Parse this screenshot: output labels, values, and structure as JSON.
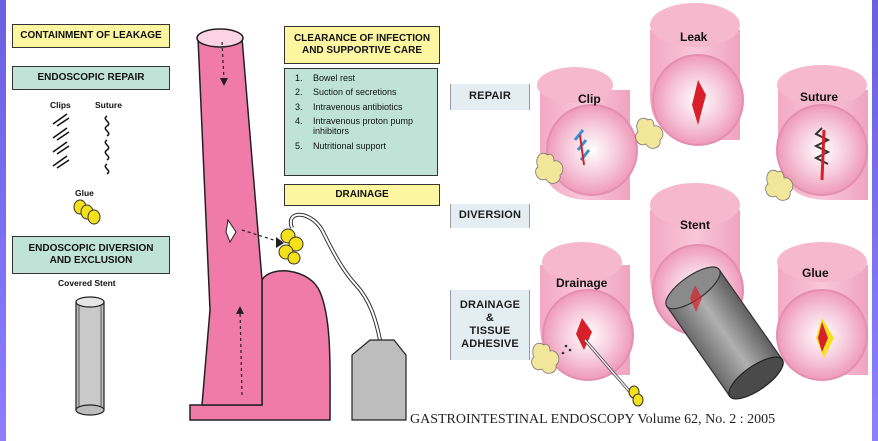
{
  "left_panel": {
    "containment": "CONTAINMENT OF LEAKAGE",
    "endoscopic_repair": "ENDOSCOPIC REPAIR",
    "clips": "Clips",
    "suture": "Suture",
    "glue": "Glue",
    "diversion_line1": "ENDOSCOPIC DIVERSION",
    "diversion_line2": "AND EXCLUSION",
    "covered_stent": "Covered Stent",
    "clearance_line1": "CLEARANCE OF INFECTION",
    "clearance_line2": "AND SUPPORTIVE CARE",
    "care_items": [
      {
        "num": "1.",
        "text": "Bowel rest"
      },
      {
        "num": "2.",
        "text": "Suction of secretions"
      },
      {
        "num": "3.",
        "text": "Intravenous antibiotics"
      },
      {
        "num": "4.",
        "text": "Intravenous proton pump inhibitors"
      },
      {
        "num": "5.",
        "text": "Nutritional support"
      }
    ],
    "drainage": "DRAINAGE"
  },
  "right_panel": {
    "repair": "REPAIR",
    "diversion": "DIVERSION",
    "drainage_line1": "DRAINAGE",
    "drainage_line2": "&",
    "drainage_line3": "TISSUE",
    "drainage_line4": "ADHESIVE",
    "leak": "Leak",
    "clip": "Clip",
    "suture": "Suture",
    "stent": "Stent",
    "drainage_label": "Drainage",
    "glue": "Glue",
    "footer": "GASTROINTESTINAL ENDOSCOPY  Volume 62, No. 2 : 2005"
  },
  "colors": {
    "organ_pink": "#f07aa8",
    "tube_pink": "#f5b8cc",
    "teal_box": "#bfe3d7",
    "yellow_box": "#fdf6a0",
    "leak_red": "#d8202a"
  }
}
